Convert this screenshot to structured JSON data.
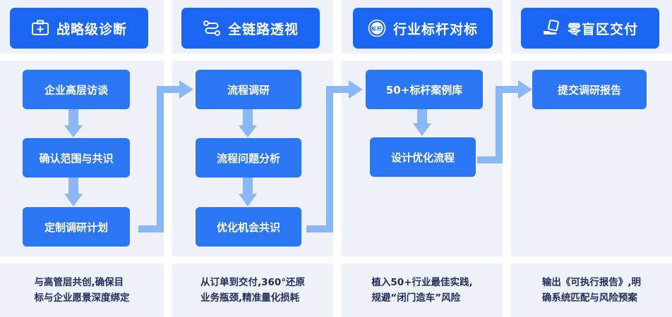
{
  "columns": [
    {
      "header": "战略级诊断",
      "icon": "medical-kit-icon",
      "steps": [
        "企业高层访谈",
        "确认范围与共识",
        "定制调研计划"
      ],
      "description": [
        "与高管层共创,确保目",
        "标与企业愿景深度绑定"
      ]
    },
    {
      "header": "全链路透视",
      "icon": "flow-chain-icon",
      "steps": [
        "流程调研",
        "流程问题分析",
        "优化机会共识"
      ],
      "description": [
        "从订单到交付,360°还原",
        "业务瓶颈,精准量化损耗"
      ]
    },
    {
      "header": "行业标杆对标",
      "icon": "benchmark-seal-icon",
      "icon_text": "标杆",
      "steps": [
        "50+标杆案例库",
        "设计优化流程"
      ],
      "description": [
        "植入50+行业最佳实践,",
        "规避“闭门造车”风险"
      ]
    },
    {
      "header": "零盲区交付",
      "icon": "hand-document-icon",
      "steps": [
        "提交调研报告"
      ],
      "description": [
        "输出《可执行报告》,明",
        "确系统匹配与风险预案"
      ]
    }
  ],
  "colors": {
    "header_bg": "#1a66f2",
    "box_bg": "#2b76f2",
    "arrow": "#8ab8f7",
    "column_bg": "#eef1f7",
    "desc_text": "#1f2d5c"
  }
}
